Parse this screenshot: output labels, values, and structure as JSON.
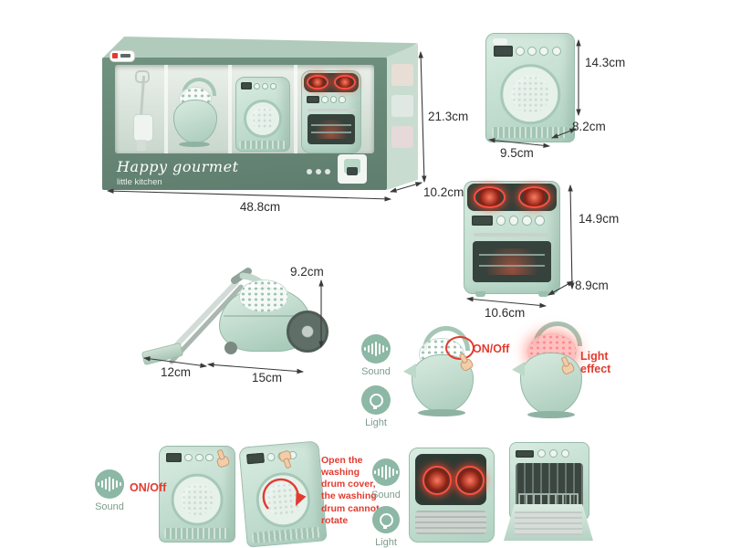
{
  "colors": {
    "mint": "#b7d4c5",
    "mint_dark": "#8fb3a2",
    "green_dark": "#668777",
    "red": "#e23b2f",
    "text": "#2d2d2d",
    "label_green": "#7d9c8d"
  },
  "box": {
    "title": "Happy gourmet",
    "subtitle": "little kitchen",
    "dims": {
      "width": "48.8cm",
      "height": "21.3cm",
      "depth": "10.2cm"
    }
  },
  "washing_machine": {
    "dims": {
      "height": "14.3cm",
      "width": "9.5cm",
      "depth": "8.2cm"
    }
  },
  "oven": {
    "dims": {
      "height": "14.9cm",
      "width": "10.6cm",
      "depth": "8.9cm"
    }
  },
  "vacuum": {
    "dims": {
      "height": "9.2cm",
      "width": "15cm",
      "depth": "12cm"
    }
  },
  "callouts": {
    "sound": "Sound",
    "light": "Light",
    "on_off": "ON/Off",
    "light_effect": "Light effect",
    "warning": "Open the washing drum cover, the washing drum cannot rotate"
  },
  "icons": {
    "sound": "dot-matrix-waveform-icon",
    "light": "bulb-icon",
    "finger": "pointing-hand-icon"
  }
}
